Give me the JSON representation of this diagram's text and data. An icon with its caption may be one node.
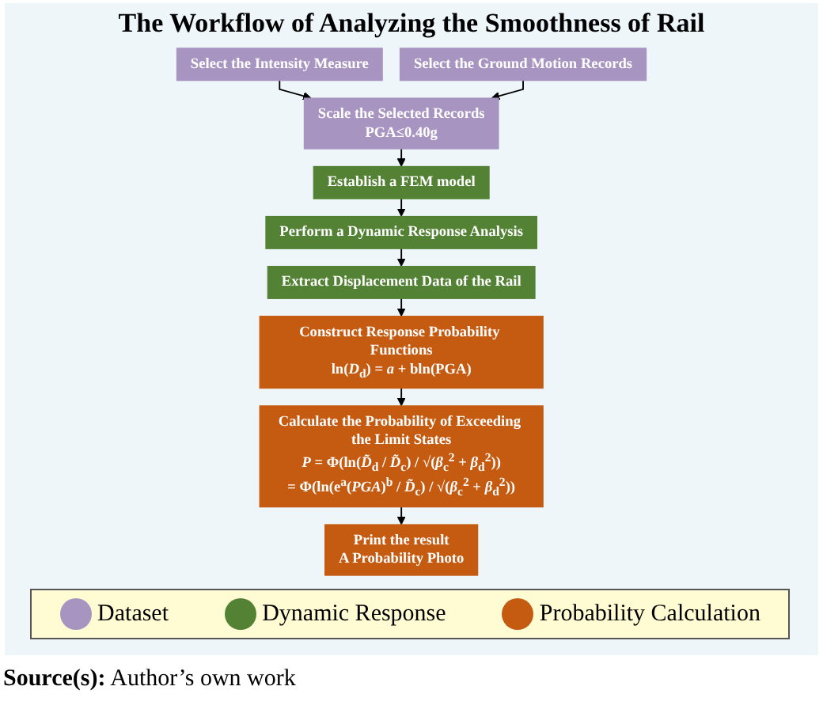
{
  "diagram": {
    "title": "The Workflow of Analyzing the Smoothness of Rail",
    "caption": "**Source(s):** Author’s own work",
    "nodes": [
      {
        "text": [
          "Select the Intensity Measure"
        ]
      },
      {
        "text": [
          "Select the Ground Motion Records"
        ]
      },
      {
        "text": [
          "Scale the Selected Records",
          "PGA≤0.40g"
        ]
      },
      {
        "text": [
          "Establish a FEM model"
        ]
      },
      {
        "text": [
          "Perform a Dynamic Response Analysis"
        ]
      },
      {
        "text": [
          "Extract Displacement Data of the Rail"
        ]
      },
      {
        "text": [
          "Construct Response Probability Functions",
          "ln(*D*$_{d}$) = *a* + bln(PGA)"
        ]
      },
      {
        "text": [
          "Calculate the Probability of Exceeding the Limit States",
          "*P* = Φ(ln(*D̃*$_{d}$ / *D̃*$_{c}$) / √(*β*$_{c}$$^{2}$ + *β*$_{d}$$^{2}$))",
          "= Φ(ln(e$^{a}$(*PGA*)$^{b}$ / *D̃*$_{c}$) / √(*β*$_{c}$$^{2}$ + *β*$_{d}$$^{2}$))"
        ]
      },
      {
        "text": [
          "Print the result",
          "A Probability Photo"
        ]
      }
    ],
    "edges": [
      {
        "from": 0,
        "to": 2,
        "arrow": "to"
      },
      {
        "from": 1,
        "to": 2,
        "arrow": "to"
      },
      {
        "from": 2,
        "to": 3,
        "arrow": "to"
      },
      {
        "from": 3,
        "to": 4,
        "arrow": "to"
      },
      {
        "from": 4,
        "to": 5,
        "arrow": "to"
      },
      {
        "from": 5,
        "to": 6,
        "arrow": "to"
      },
      {
        "from": 6,
        "to": 7,
        "arrow": "to"
      },
      {
        "from": 7,
        "to": 8,
        "arrow": "to"
      }
    ],
    "legend": [
      {
        "text": "Dataset",
        "color": "#a794c1"
      },
      {
        "text": "Dynamic Response",
        "color": "#548235"
      },
      {
        "text": "Probability Calculation",
        "color": "#c55a11"
      }
    ]
  }
}
